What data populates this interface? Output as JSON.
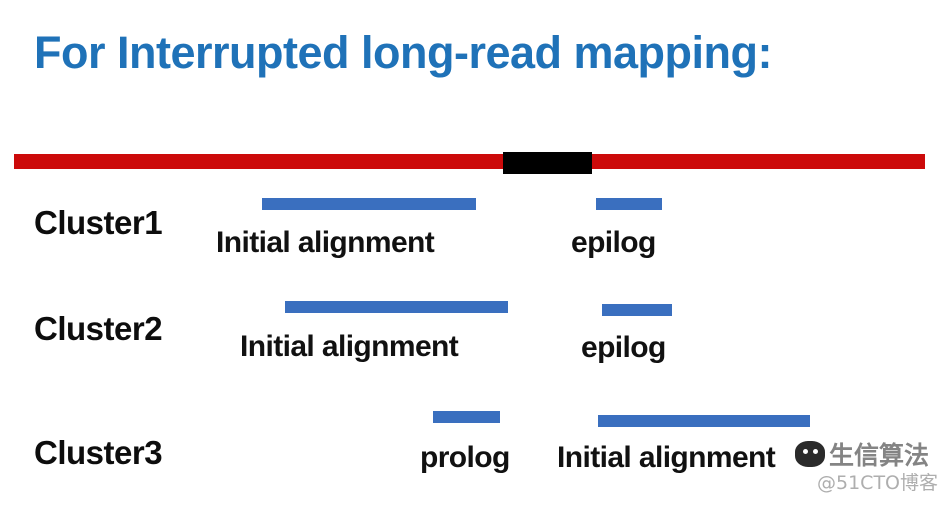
{
  "slide": {
    "title": "For Interrupted long-read mapping:",
    "title_color": "#1f72b8",
    "background_color": "#ffffff"
  },
  "reference_track": {
    "name": "long-read",
    "bar_color": "#cc0a0a",
    "interrupt_color": "#000000",
    "interrupt_name": "interrupted-region"
  },
  "clusters": [
    {
      "label": "Cluster1",
      "segments": [
        {
          "label": "Initial alignment",
          "color": "#3a6fbf"
        },
        {
          "label": "epilog",
          "color": "#3a6fbf"
        }
      ]
    },
    {
      "label": "Cluster2",
      "segments": [
        {
          "label": "Initial alignment",
          "color": "#3a6fbf"
        },
        {
          "label": "epilog",
          "color": "#3a6fbf"
        }
      ]
    },
    {
      "label": "Cluster3",
      "segments": [
        {
          "label": "prolog",
          "color": "#3a6fbf"
        },
        {
          "label": "Initial alignment",
          "color": "#3a6fbf"
        }
      ]
    }
  ],
  "watermark": {
    "icon": "wechat-face-icon",
    "brand": "生信算法",
    "handle": "@51CTO博客"
  }
}
